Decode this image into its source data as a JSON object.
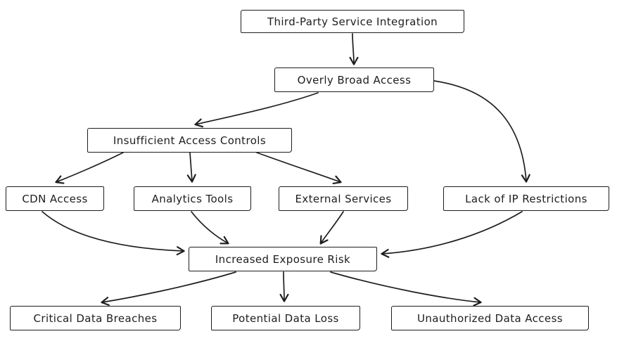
{
  "diagram": {
    "type": "flowchart",
    "background": "#ffffff",
    "stroke_color": "#1e1e1e",
    "nodes": [
      {
        "id": "third-party-service-integration",
        "label": "Third-Party Service Integration"
      },
      {
        "id": "overly-broad-access",
        "label": "Overly Broad Access"
      },
      {
        "id": "insufficient-access-controls",
        "label": "Insufficient Access Controls"
      },
      {
        "id": "cdn-access",
        "label": "CDN Access"
      },
      {
        "id": "analytics-tools",
        "label": "Analytics Tools"
      },
      {
        "id": "external-services",
        "label": "External Services"
      },
      {
        "id": "lack-of-ip-restrictions",
        "label": "Lack of IP Restrictions"
      },
      {
        "id": "increased-exposure-risk",
        "label": "Increased Exposure Risk"
      },
      {
        "id": "critical-data-breaches",
        "label": "Critical Data Breaches"
      },
      {
        "id": "potential-data-loss",
        "label": "Potential Data Loss"
      },
      {
        "id": "unauthorized-data-access",
        "label": "Unauthorized Data Access"
      }
    ],
    "edges": [
      {
        "from": "third-party-service-integration",
        "to": "overly-broad-access"
      },
      {
        "from": "overly-broad-access",
        "to": "insufficient-access-controls"
      },
      {
        "from": "overly-broad-access",
        "to": "lack-of-ip-restrictions"
      },
      {
        "from": "insufficient-access-controls",
        "to": "cdn-access"
      },
      {
        "from": "insufficient-access-controls",
        "to": "analytics-tools"
      },
      {
        "from": "insufficient-access-controls",
        "to": "external-services"
      },
      {
        "from": "cdn-access",
        "to": "increased-exposure-risk"
      },
      {
        "from": "analytics-tools",
        "to": "increased-exposure-risk"
      },
      {
        "from": "external-services",
        "to": "increased-exposure-risk"
      },
      {
        "from": "lack-of-ip-restrictions",
        "to": "increased-exposure-risk"
      },
      {
        "from": "increased-exposure-risk",
        "to": "critical-data-breaches"
      },
      {
        "from": "increased-exposure-risk",
        "to": "potential-data-loss"
      },
      {
        "from": "increased-exposure-risk",
        "to": "unauthorized-data-access"
      }
    ]
  }
}
